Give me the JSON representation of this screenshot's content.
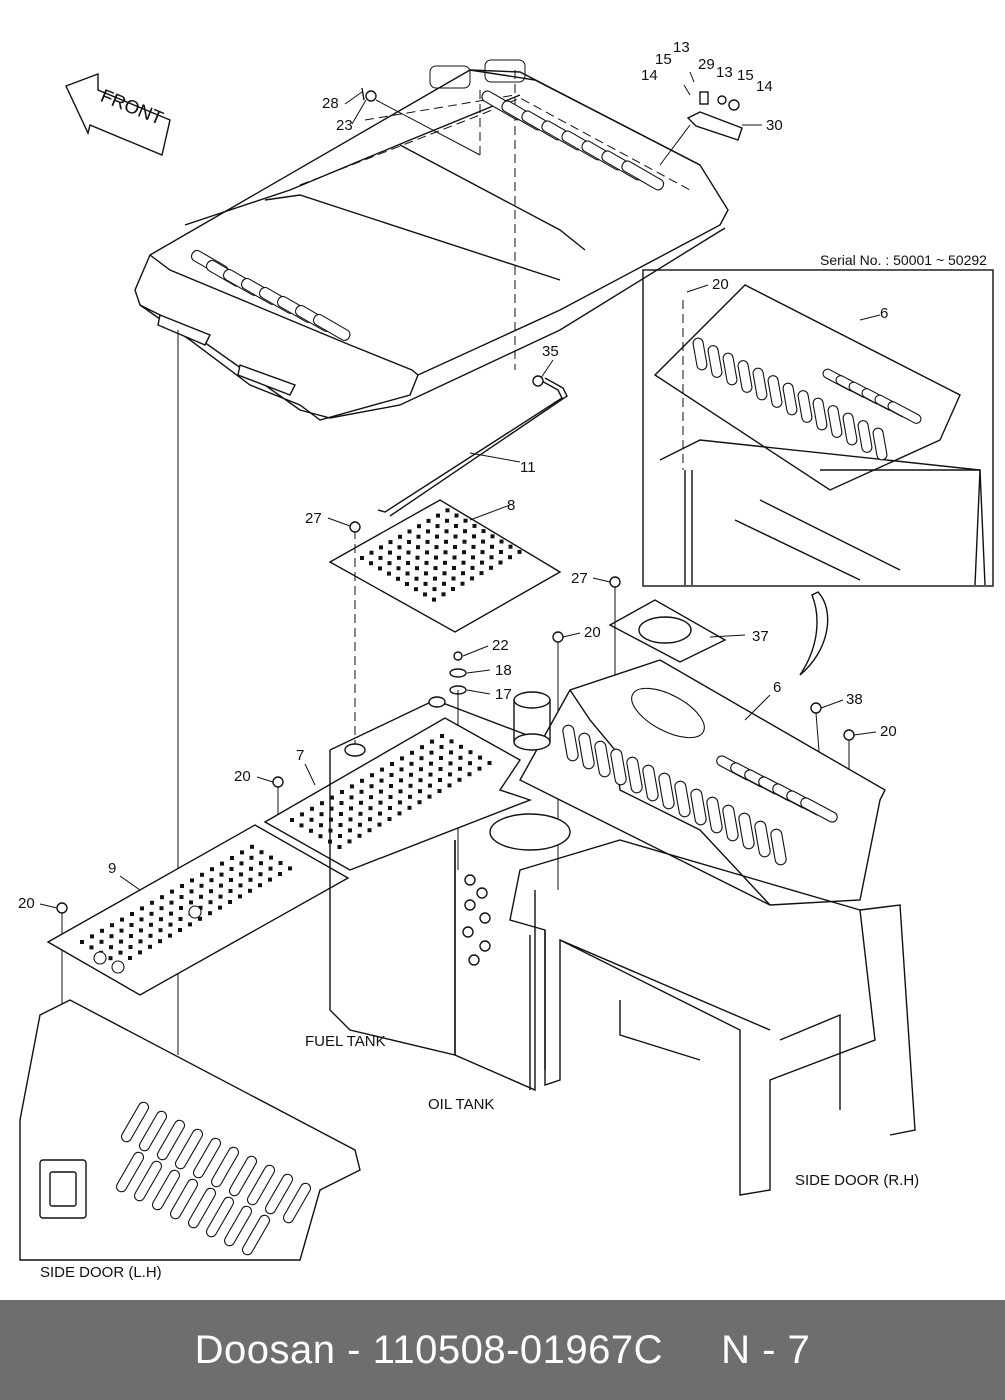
{
  "diagram": {
    "front_label": "FRONT",
    "serial": "Serial No. : 50001 ~ 50292",
    "components": {
      "fuel_tank": "FUEL TANK",
      "oil_tank": "OIL TANK",
      "side_door_rh": "SIDE DOOR (R.H)",
      "side_door_lh": "SIDE DOOR (L.H)"
    },
    "callouts": {
      "c13a": "13",
      "c15a": "15",
      "c14a": "14",
      "c29": "29",
      "c13b": "13",
      "c15b": "15",
      "c14b": "14",
      "c30": "30",
      "c28": "28",
      "c23": "23",
      "c35": "35",
      "c11": "11",
      "c27a": "27",
      "c8": "8",
      "c20inset": "20",
      "c6inset": "6",
      "c27b": "27",
      "c20a": "20",
      "c37": "37",
      "c22": "22",
      "c18": "18",
      "c17": "17",
      "c6": "6",
      "c38": "38",
      "c20b": "20",
      "c7": "7",
      "c20c": "20",
      "c9": "9",
      "c20d": "20"
    }
  },
  "footer": {
    "brand": "Doosan",
    "separator": " - ",
    "part_number": "110508-01967C",
    "page": "N - 7"
  }
}
